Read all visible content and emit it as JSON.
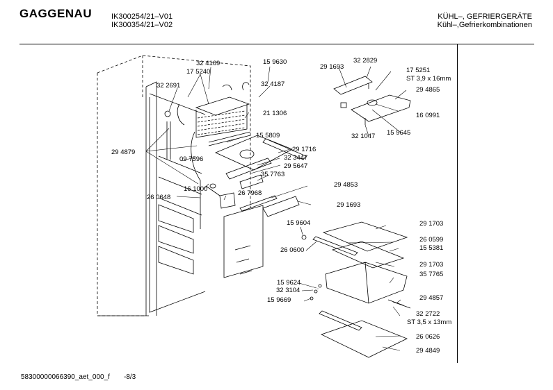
{
  "header": {
    "brand": "GAGGENAU",
    "model_1": "IK300254/21–V01",
    "model_2": "IK300354/21–V02",
    "category_1": "KÜHL–, GEFRIERGERÄTE",
    "category_2": "Kühl–,Gefrierkombinationen"
  },
  "labels": [
    {
      "id": "l1",
      "text": "32 4169"
    },
    {
      "id": "l2",
      "text": "15 9630"
    },
    {
      "id": "l3",
      "text": "17 5240"
    },
    {
      "id": "l4",
      "text": "32 4187"
    },
    {
      "id": "l5",
      "text": "32 2691"
    },
    {
      "id": "l6",
      "text": "21 1306"
    },
    {
      "id": "l7",
      "text": "15 5809"
    },
    {
      "id": "l8",
      "text": "29 4879"
    },
    {
      "id": "l9",
      "text": "09 7596"
    },
    {
      "id": "l10",
      "text": "29 1716"
    },
    {
      "id": "l11",
      "text": "32 3447"
    },
    {
      "id": "l12",
      "text": "29 5647"
    },
    {
      "id": "l13",
      "text": "35 7763"
    },
    {
      "id": "l14",
      "text": "16 1000"
    },
    {
      "id": "l15",
      "text": "26 0648"
    },
    {
      "id": "l16",
      "text": "26 7968"
    },
    {
      "id": "l17",
      "text": "29 4853"
    },
    {
      "id": "l18",
      "text": "29 1693"
    },
    {
      "id": "l19",
      "text": "15 9604"
    },
    {
      "id": "l20",
      "text": "29 1703"
    },
    {
      "id": "l21",
      "text": "26 0599"
    },
    {
      "id": "l22",
      "text": "26 0600"
    },
    {
      "id": "l23",
      "text": "15 5381"
    },
    {
      "id": "l24",
      "text": "29 1703"
    },
    {
      "id": "l25",
      "text": "35 7765"
    },
    {
      "id": "l26",
      "text": "15 9624"
    },
    {
      "id": "l27",
      "text": "32 3104"
    },
    {
      "id": "l28",
      "text": "15 9669"
    },
    {
      "id": "l29",
      "text": "29 4857"
    },
    {
      "id": "l30",
      "text": "32 2722"
    },
    {
      "id": "l31",
      "text": "ST 3,5 x 13mm"
    },
    {
      "id": "l32",
      "text": "26 0626"
    },
    {
      "id": "l33",
      "text": "29 4849"
    },
    {
      "id": "l34",
      "text": "29 1693"
    },
    {
      "id": "l35",
      "text": "32 2829"
    },
    {
      "id": "l36",
      "text": "17 5251"
    },
    {
      "id": "l37",
      "text": "ST 3,9 x 16mm"
    },
    {
      "id": "l38",
      "text": "29 4865"
    },
    {
      "id": "l39",
      "text": "16 0991"
    },
    {
      "id": "l40",
      "text": "32 1047"
    },
    {
      "id": "l41",
      "text": "15 9645"
    }
  ],
  "footer": {
    "doc_id": "58300000066390_aet_000_f",
    "page": "-8/3"
  }
}
